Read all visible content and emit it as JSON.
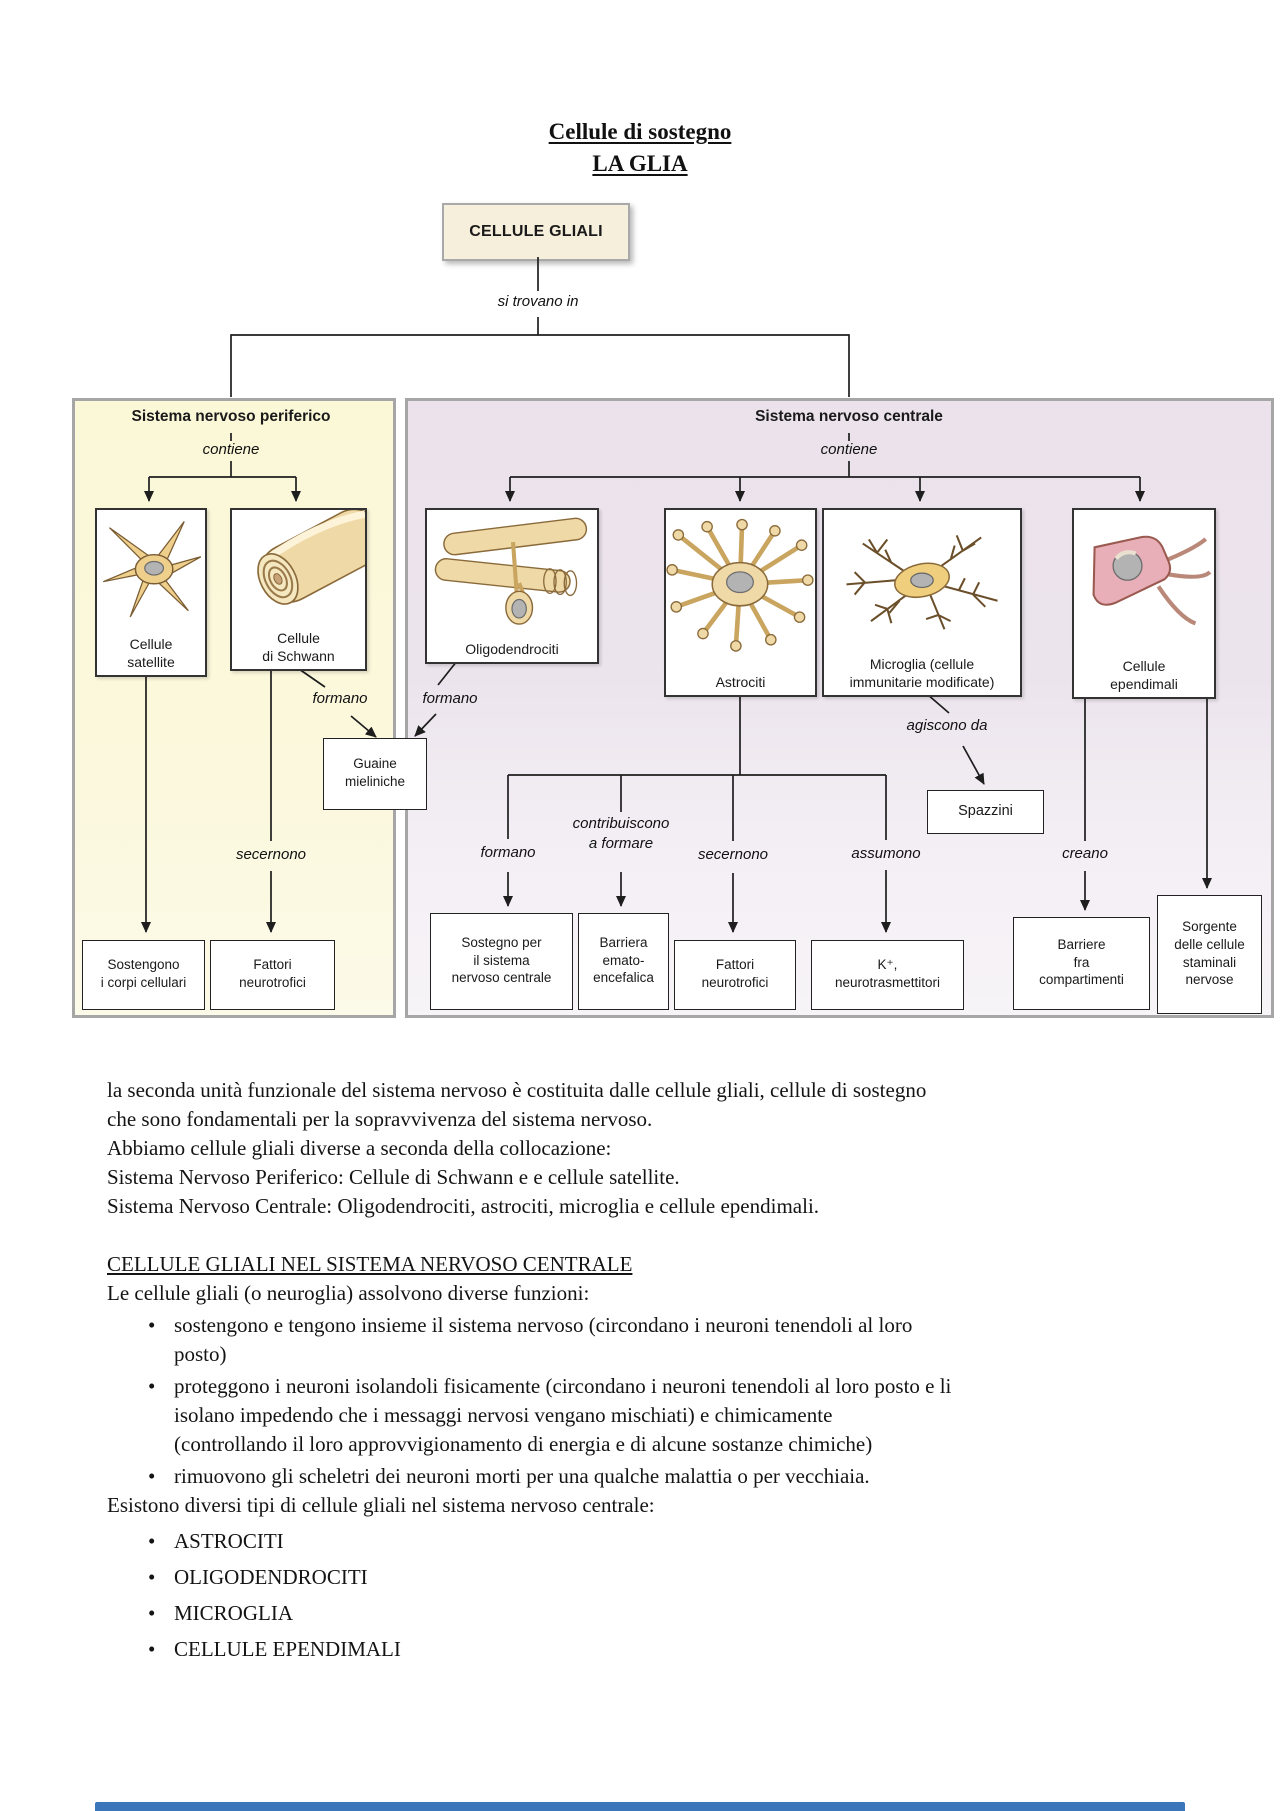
{
  "page": {
    "accent_bar_color": "#3b76ba"
  },
  "diagram": {
    "title_line1": "Cellule di sostegno",
    "title_line2": "LA GLIA",
    "root": "CELLULE GLIALI",
    "relations": {
      "si_trovano_in": "si trovano in",
      "contiene_snp": "contiene",
      "contiene_snc": "contiene",
      "formano_schwann": "formano",
      "formano_oligo": "formano",
      "secernono_snp": "secernono",
      "formano_astro": "formano",
      "contribuiscono_a_formare": "contribuiscono\na formare",
      "secernono_astro": "secernono",
      "assumono": "assumono",
      "agiscono_da": "agiscono da",
      "creano": "creano"
    },
    "panels": {
      "snp": "Sistema nervoso periferico",
      "snc": "Sistema nervoso centrale"
    },
    "nodes": {
      "satellite": "Cellule\nsatellite",
      "schwann": "Cellule\ndi Schwann",
      "guaine": "Guaine\nmieliniche",
      "sostengono_corpi": "Sostengono\ni corpi cellulari",
      "fattori_snp": "Fattori\nneurotrofici",
      "oligodendrociti": "Oligodendrociti",
      "astrociti": "Astrociti",
      "microglia": "Microglia (cellule\nimmunitarie modificate)",
      "ependimali": "Cellule\nependimali",
      "spazzini": "Spazzini",
      "sostegno_snc": "Sostegno per\nil sistema\nnervoso centrale",
      "barriera_emato": "Barriera\nemato-\nencefalica",
      "fattori_snc": "Fattori\nneurotrofici",
      "k_neurotrasmettitori": "K⁺,\nneurotrasmettitori",
      "barriere_compartimenti": "Barriere\nfra\ncompartimenti",
      "sorgente_staminali": "Sorgente\ndelle cellule\nstaminali\nnervose"
    }
  },
  "body": {
    "bullet": "•",
    "para1": "la seconda unità funzionale del sistema nervoso è costituita dalle cellule gliali, cellule di sostegno\nche sono fondamentali per la sopravvivenza del sistema nervoso.\nAbbiamo cellule gliali diverse a seconda della collocazione:\nSistema Nervoso Periferico: Cellule di Schwann e e cellule satellite.\nSistema Nervoso Centrale: Oligodendrociti, astrociti, microglia e cellule ependimali.",
    "heading": "CELLULE GLIALI NEL SISTEMA NERVOSO CENTRALE",
    "intro": "Le cellule gliali (o neuroglia) assolvono diverse funzioni:",
    "bullets1": [
      "sostengono e tengono insieme il sistema nervoso (circondano i neuroni tenendoli al loro\nposto)",
      "proteggono i neuroni isolandoli fisicamente (circondano i neuroni tenendoli al loro posto e li\nisolano impedendo che i messaggi nervosi vengano mischiati)  e chimicamente\n(controllando il loro approvvigionamento di energia e di alcune sostanze chimiche)",
      "rimuovono gli scheletri dei neuroni morti per una qualche malattia o per vecchiaia."
    ],
    "outro": "Esistono diversi tipi di cellule gliali nel sistema nervoso centrale:",
    "bullets2": [
      "ASTROCITI",
      "OLIGODENDROCITI",
      "MICROGLIA",
      "CELLULE EPENDIMALI"
    ]
  }
}
